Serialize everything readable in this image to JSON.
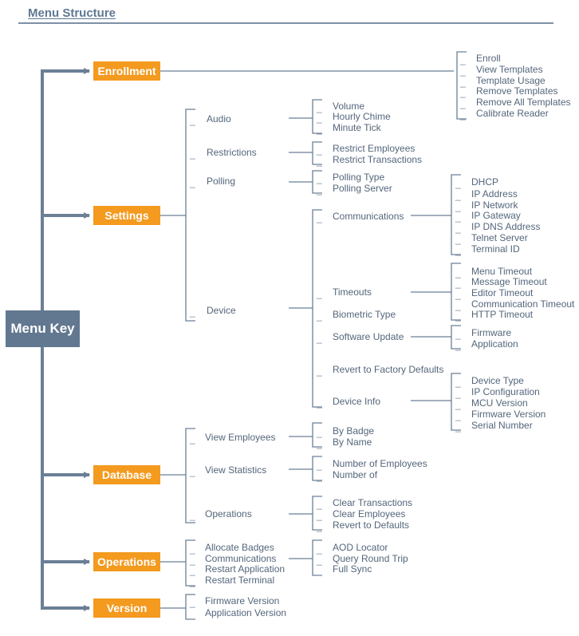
{
  "title": "Menu Structure",
  "menu_key": "Menu Key",
  "categories": {
    "enrollment": "Enrollment",
    "settings": "Settings",
    "database": "Database",
    "operations": "Operations",
    "version": "Version"
  },
  "enrollment_items": [
    "Enroll",
    "View Templates",
    "Template Usage",
    "Remove Templates",
    "Remove All Templates",
    "Calibrate Reader"
  ],
  "settings_items": [
    "Audio",
    "Restrictions",
    "Polling",
    "Device"
  ],
  "audio_items": [
    "Volume",
    "Hourly Chime",
    "Minute Tick"
  ],
  "restrictions_items": [
    "Restrict Employees",
    "Restrict Transactions"
  ],
  "polling_items": [
    "Polling Type",
    "Polling Server"
  ],
  "device_items": [
    "Communications",
    "Timeouts",
    "Biometric Type",
    "Software Update",
    "Revert to Factory Defaults",
    "Device Info"
  ],
  "communications_items": [
    "DHCP",
    "IP Address",
    "IP Network",
    "IP Gateway",
    "IP DNS Address",
    "Telnet Server",
    "Terminal ID"
  ],
  "timeouts_items": [
    "Menu Timeout",
    "Message Timeout",
    "Editor Timeout",
    "Communication Timeout",
    "HTTP Timeout"
  ],
  "software_update_items": [
    "Firmware",
    "Application"
  ],
  "device_info_items": [
    "Device Type",
    "IP Configuration",
    "MCU Version",
    "Firmware Version",
    "Serial Number"
  ],
  "database_items": [
    "View Employees",
    "View Statistics",
    "Operations"
  ],
  "view_employees_items": [
    "By Badge",
    "By Name"
  ],
  "view_statistics_items": [
    "Number of Employees",
    "Number of"
  ],
  "db_operations_items": [
    "Clear Transactions",
    "Clear Employees",
    "Revert to Defaults"
  ],
  "operations_items": [
    "Allocate Badges",
    "Communications",
    "Restart Application",
    "Restart Terminal"
  ],
  "op_communications_items": [
    "AOD Locator",
    "Query Round Trip",
    "Full Sync"
  ],
  "version_items": [
    "Firmware Version",
    "Application Version"
  ],
  "colors": {
    "line": "#6b7f96",
    "category": "#f39a1f",
    "key": "#627790",
    "text": "#54667b"
  }
}
